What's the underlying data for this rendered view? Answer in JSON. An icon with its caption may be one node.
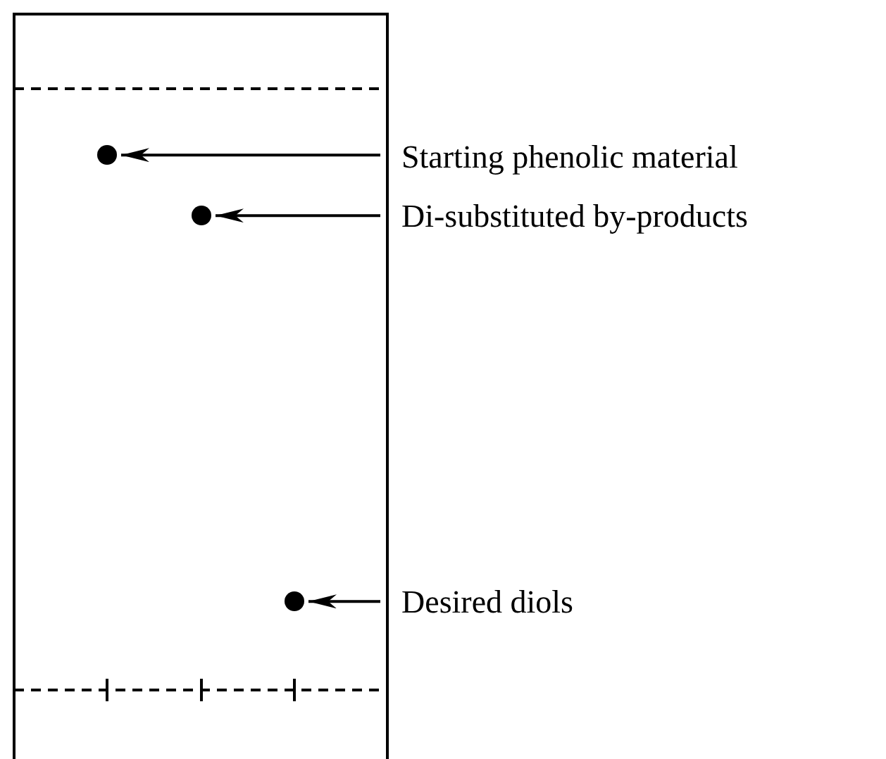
{
  "diagram": {
    "nodes": [
      {
        "text": [
          "Starting phenolic material"
        ]
      },
      {
        "text": [
          "Di-substituted by-products"
        ]
      },
      {
        "text": [
          "Desired diols"
        ]
      },
      {
        "text": [],
        "shape": "circle"
      },
      {
        "text": [],
        "shape": "circle"
      },
      {
        "text": [],
        "shape": "circle"
      }
    ],
    "edges": [
      {
        "from": 0,
        "to": 3,
        "arrow": "to"
      },
      {
        "from": 1,
        "to": 4,
        "arrow": "to"
      },
      {
        "from": 2,
        "to": 5,
        "arrow": "to"
      }
    ]
  }
}
